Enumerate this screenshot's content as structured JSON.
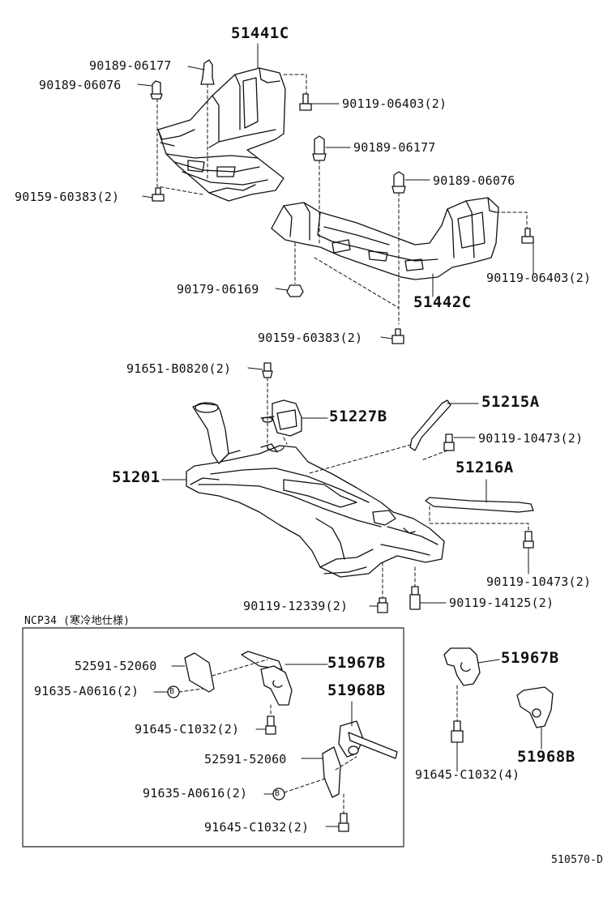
{
  "labels": {
    "p51441c": "51441C",
    "p90189_06177_a": "90189-06177",
    "p90189_06076_a": "90189-06076",
    "p90119_06403_a": "90119-06403(2)",
    "p90159_60383_a": "90159-60383(2)",
    "p90189_06177_b": "90189-06177",
    "p90189_06076_b": "90189-06076",
    "p90119_06403_b": "90119-06403(2)",
    "p90179_06169": "90179-06169",
    "p51442c": "51442C",
    "p90159_60383_b": "90159-60383(2)",
    "p91651_b0820": "91651-B0820(2)",
    "p51227b": "51227B",
    "p51215a": "51215A",
    "p90119_10473_a": "90119-10473(2)",
    "p51201": "51201",
    "p51216a": "51216A",
    "p90119_10473_b": "90119-10473(2)",
    "p90119_12339": "90119-12339(2)",
    "p90119_14125": "90119-14125(2)",
    "ncp34": "NCP34 (寒冷地仕様)",
    "p52591_52060_a": "52591-52060",
    "p51967b_a": "51967B",
    "p91635_a0616_a": "91635-A0616(2)",
    "p51968b_a": "51968B",
    "p91645_c1032_a": "91645-C1032(2)",
    "p52591_52060_b": "52591-52060",
    "p91635_a0616_b": "91635-A0616(2)",
    "p91645_c1032_b": "91645-C1032(2)",
    "p51967b_b": "51967B",
    "p51968b_b": "51968B",
    "p91645_c1032_c": "91645-C1032(4)",
    "circle_b": "B",
    "diagram_code": "510570-D"
  }
}
